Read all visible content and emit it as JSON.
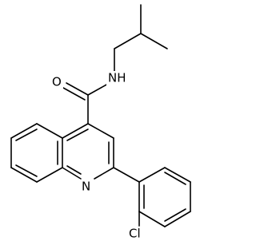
{
  "molecule": {
    "atom_labels": {
      "oxygen": "O",
      "amide_nitrogen": "NH",
      "ring_nitrogen": "N",
      "chlorine": "Cl"
    }
  }
}
